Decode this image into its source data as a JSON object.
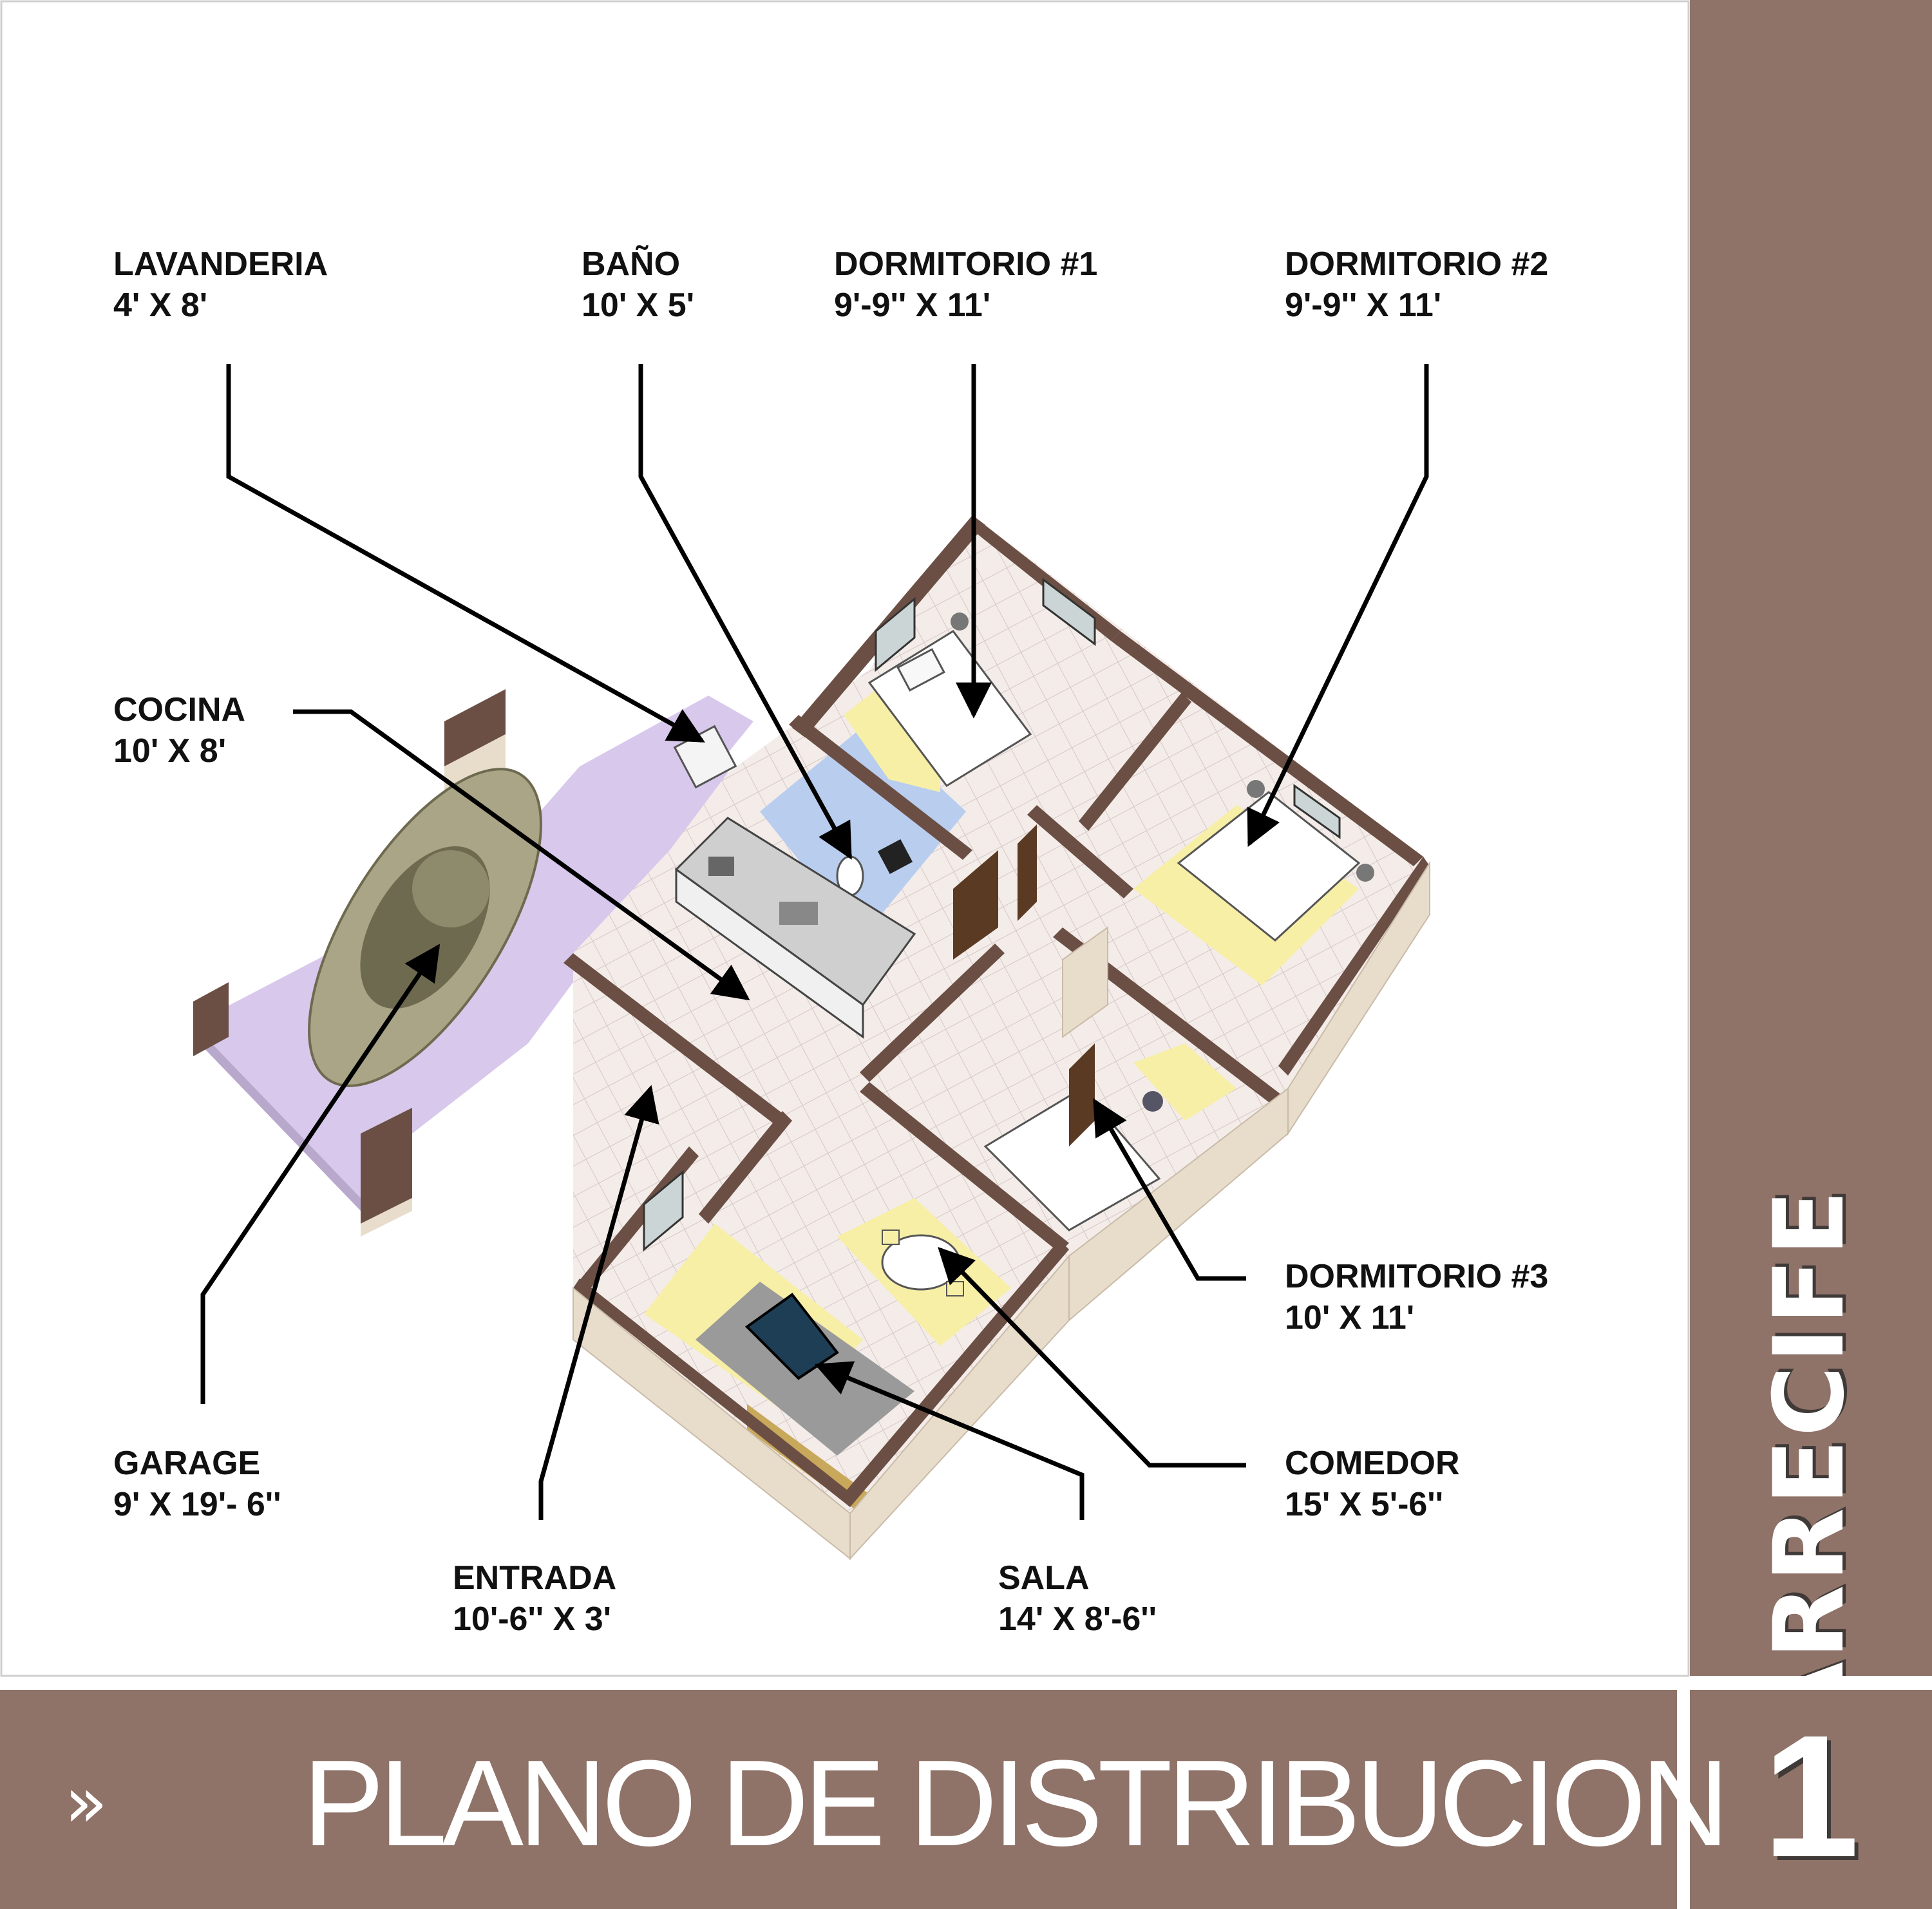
{
  "rooms": [
    {
      "key": "lavanderia",
      "name": "LAVANDERIA",
      "size": "4' X 8'"
    },
    {
      "key": "bano",
      "name": "BAÑO",
      "size": "10' X 5'"
    },
    {
      "key": "dormitorio1",
      "name": "DORMITORIO #1",
      "size": "9'-9'' X 11'"
    },
    {
      "key": "dormitorio2",
      "name": "DORMITORIO #2",
      "size": "9'-9'' X 11'"
    },
    {
      "key": "cocina",
      "name": "COCINA",
      "size": "10' X 8'"
    },
    {
      "key": "dormitorio3",
      "name": "DORMITORIO #3",
      "size": "10' X 11'"
    },
    {
      "key": "comedor",
      "name": "COMEDOR",
      "size": "15' X 5'-6''"
    },
    {
      "key": "garage",
      "name": "GARAGE",
      "size": "9' X 19'- 6''"
    },
    {
      "key": "entrada",
      "name": "ENTRADA",
      "size": "10'-6'' X 3'"
    },
    {
      "key": "sala",
      "name": "SALA",
      "size": "14' X 8'-6''"
    }
  ],
  "brand": "ARRECIFE",
  "footer": {
    "chevron": "»",
    "title": "PLANO DE DISTRIBUCION",
    "page_number": "1"
  },
  "colors": {
    "panel": "#8f7268",
    "wall_top": "#6b4f44",
    "wall_face": "#e8dccb",
    "floor_tile": "#f3ece8",
    "garage_floor": "#d8c8ec",
    "bath_floor": "#b9cdef",
    "rug_yellow": "#f7efa6",
    "car": "#a9a586",
    "door_brown": "#5a3a22",
    "leader": "#000000"
  }
}
